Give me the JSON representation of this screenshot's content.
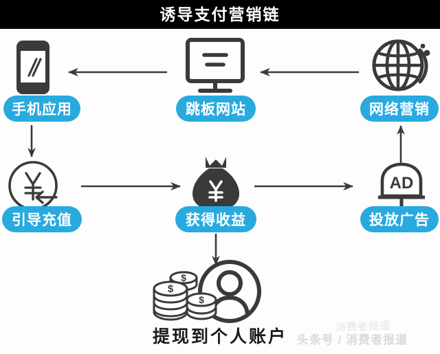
{
  "header": {
    "title": "诱导支付营销链",
    "background_color": "#000000",
    "text_color": "#ffffff"
  },
  "theme": {
    "pill_color": "#28AADF",
    "pill_text_color": "#ffffff",
    "icon_color": "#3a3a3a",
    "arrow_color": "#3a3a3a",
    "page_background": "#ffffff"
  },
  "diagram": {
    "type": "flow-chain",
    "nodes": [
      {
        "id": "mobile-app",
        "label": "手机应用",
        "icon": "smartphone-icon",
        "row": "top",
        "column": "left"
      },
      {
        "id": "springboard-site",
        "label": "跳板网站",
        "icon": "monitor-icon",
        "row": "top",
        "column": "center"
      },
      {
        "id": "network-marketing",
        "label": "网络营销",
        "icon": "globe-icon",
        "row": "top",
        "column": "right"
      },
      {
        "id": "guided-recharge",
        "label": "引导充值",
        "icon": "yen-circle-icon",
        "row": "middle",
        "column": "left"
      },
      {
        "id": "obtain-revenue",
        "label": "获得收益",
        "icon": "money-bag-icon",
        "row": "middle",
        "column": "center"
      },
      {
        "id": "place-ads",
        "label": "投放广告",
        "icon": "ad-billboard-icon",
        "row": "middle",
        "column": "right"
      },
      {
        "id": "withdraw-personal-account",
        "label": "提现到个人账户",
        "icon": "coins-person-icon",
        "row": "bottom",
        "column": "center"
      }
    ],
    "connections": [
      {
        "from": "springboard-site",
        "to": "mobile-app",
        "direction": "left"
      },
      {
        "from": "network-marketing",
        "to": "springboard-site",
        "direction": "left"
      },
      {
        "from": "mobile-app",
        "to": "guided-recharge",
        "direction": "down"
      },
      {
        "from": "guided-recharge",
        "to": "obtain-revenue",
        "direction": "right"
      },
      {
        "from": "obtain-revenue",
        "to": "place-ads",
        "direction": "right"
      },
      {
        "from": "place-ads",
        "to": "network-marketing",
        "direction": "up"
      },
      {
        "from": "obtain-revenue",
        "to": "withdraw-personal-account",
        "direction": "down"
      }
    ]
  },
  "icons": {
    "smartphone": "smartphone-icon",
    "monitor": "monitor-icon",
    "globe": "globe-icon",
    "yen_circle": "yen-circle-icon",
    "money_bag": "money-bag-icon",
    "ad_billboard": "ad-billboard-icon",
    "coins_person": "coins-person-icon",
    "ad_text": "AD",
    "yen_symbol": "¥",
    "dollar_symbol": "$"
  },
  "watermark": {
    "main": "头条号 / 消费者报道",
    "ghost": "消费者报道"
  }
}
